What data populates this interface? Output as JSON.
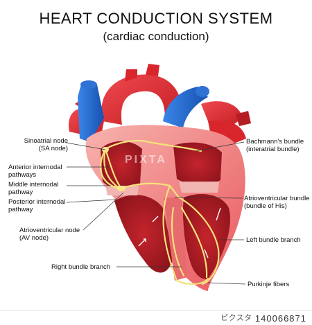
{
  "title": "HEART CONDUCTION SYSTEM",
  "subtitle": "(cardiac conduction)",
  "labels": {
    "sa_node": [
      "Sinoatrial node",
      "(SA node)"
    ],
    "anterior": [
      "Anterior internodal",
      "pathways"
    ],
    "middle": [
      "Middle internodal",
      "pathway"
    ],
    "posterior": [
      "Posterior internodal",
      "pathway"
    ],
    "av_node": [
      "Atrioventricular node",
      "(AV node)"
    ],
    "right_bundle": "Right bundle branch",
    "bachmann": [
      "Bachmann's bundle",
      "(interatrial bundle)"
    ],
    "av_bundle": [
      "Atrioventricular bundle",
      "(bundle of His)"
    ],
    "left_bundle": "Left bundle branch",
    "purkinje": "Purkinje fibers"
  },
  "watermark": {
    "logo": "ピクスタ",
    "center": "PIXTA",
    "id": "140066871"
  },
  "colors": {
    "vessel_red": "#d9262c",
    "vessel_blue": "#1c63c9",
    "muscle": "#e9585e",
    "muscle_light": "#f4a3a0",
    "chamber": "#b01f28",
    "pathway": "#f5e27a"
  }
}
